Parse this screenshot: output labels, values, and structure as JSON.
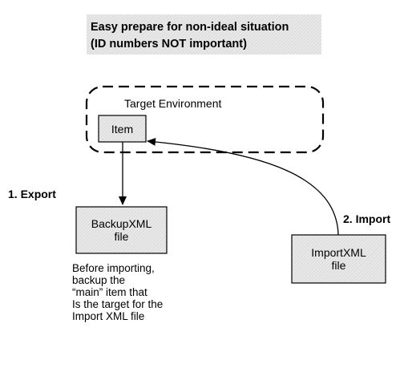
{
  "title": {
    "line1": "Easy prepare for non-ideal situation",
    "line2": "(ID numbers NOT important)"
  },
  "environment": {
    "label": "Target Environment",
    "item_label": "Item"
  },
  "steps": {
    "export_label": "1. Export",
    "import_label": "2. Import"
  },
  "backup_file": {
    "line1": "BackupXML",
    "line2": "file"
  },
  "import_file": {
    "line1": "ImportXML",
    "line2": "file"
  },
  "note": {
    "lines": [
      "Before importing,",
      "backup the",
      "“main” item that",
      "Is the target for the",
      "Import XML file"
    ]
  },
  "colors": {
    "box_fill": "#e3e3e3",
    "title_fill": "#e6e6e6",
    "stroke": "#000000"
  }
}
